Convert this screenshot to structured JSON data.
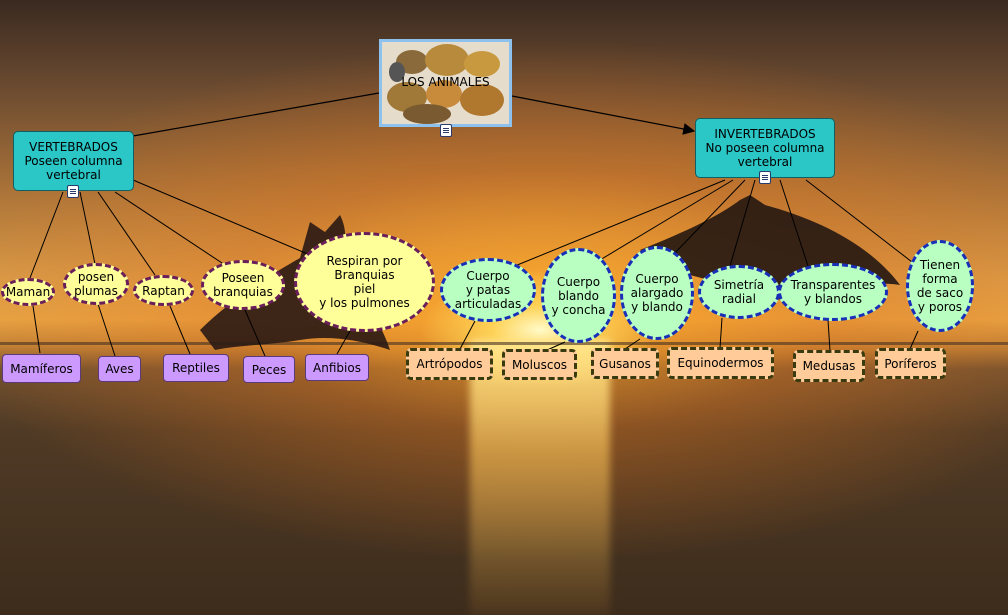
{
  "root": {
    "label": "LOS ANIMALES"
  },
  "vertebrados": {
    "label": "VERTEBRADOS\nPoseen columna\nvertebral"
  },
  "invertebrados": {
    "label": "INVERTEBRADOS\nNo poseen columna\nvertebral"
  },
  "vert_traits": [
    "Maman",
    "posen\nplumas",
    "Raptan",
    "Poseen\nbranquias",
    "Respiran por\nBranquias\npiel\ny los pulmones"
  ],
  "vert_groups": [
    "Mamíferos",
    "Aves",
    "Reptiles",
    "Peces",
    "Anfibios"
  ],
  "invert_traits": [
    "Cuerpo\ny patas\narticuladas",
    "Cuerpo\nblando\ny concha",
    "Cuerpo\nalargado\ny blando",
    "Simetría\nradial",
    "Transparentes\ny blandos",
    "Tienen\nforma\nde saco\ny poros"
  ],
  "invert_groups": [
    "Artrópodos",
    "Moluscos",
    "Gusanos",
    "Equinodermos",
    "Medusas",
    "Poríferos"
  ],
  "colors": {
    "category": "#2bc6c6",
    "vert_trait": "#ffff99",
    "invert_trait": "#b9ffc2",
    "vert_group": "#cc99ff",
    "invert_group": "#ffcc99"
  },
  "icons": [
    "document-icon",
    "animals-photo"
  ]
}
